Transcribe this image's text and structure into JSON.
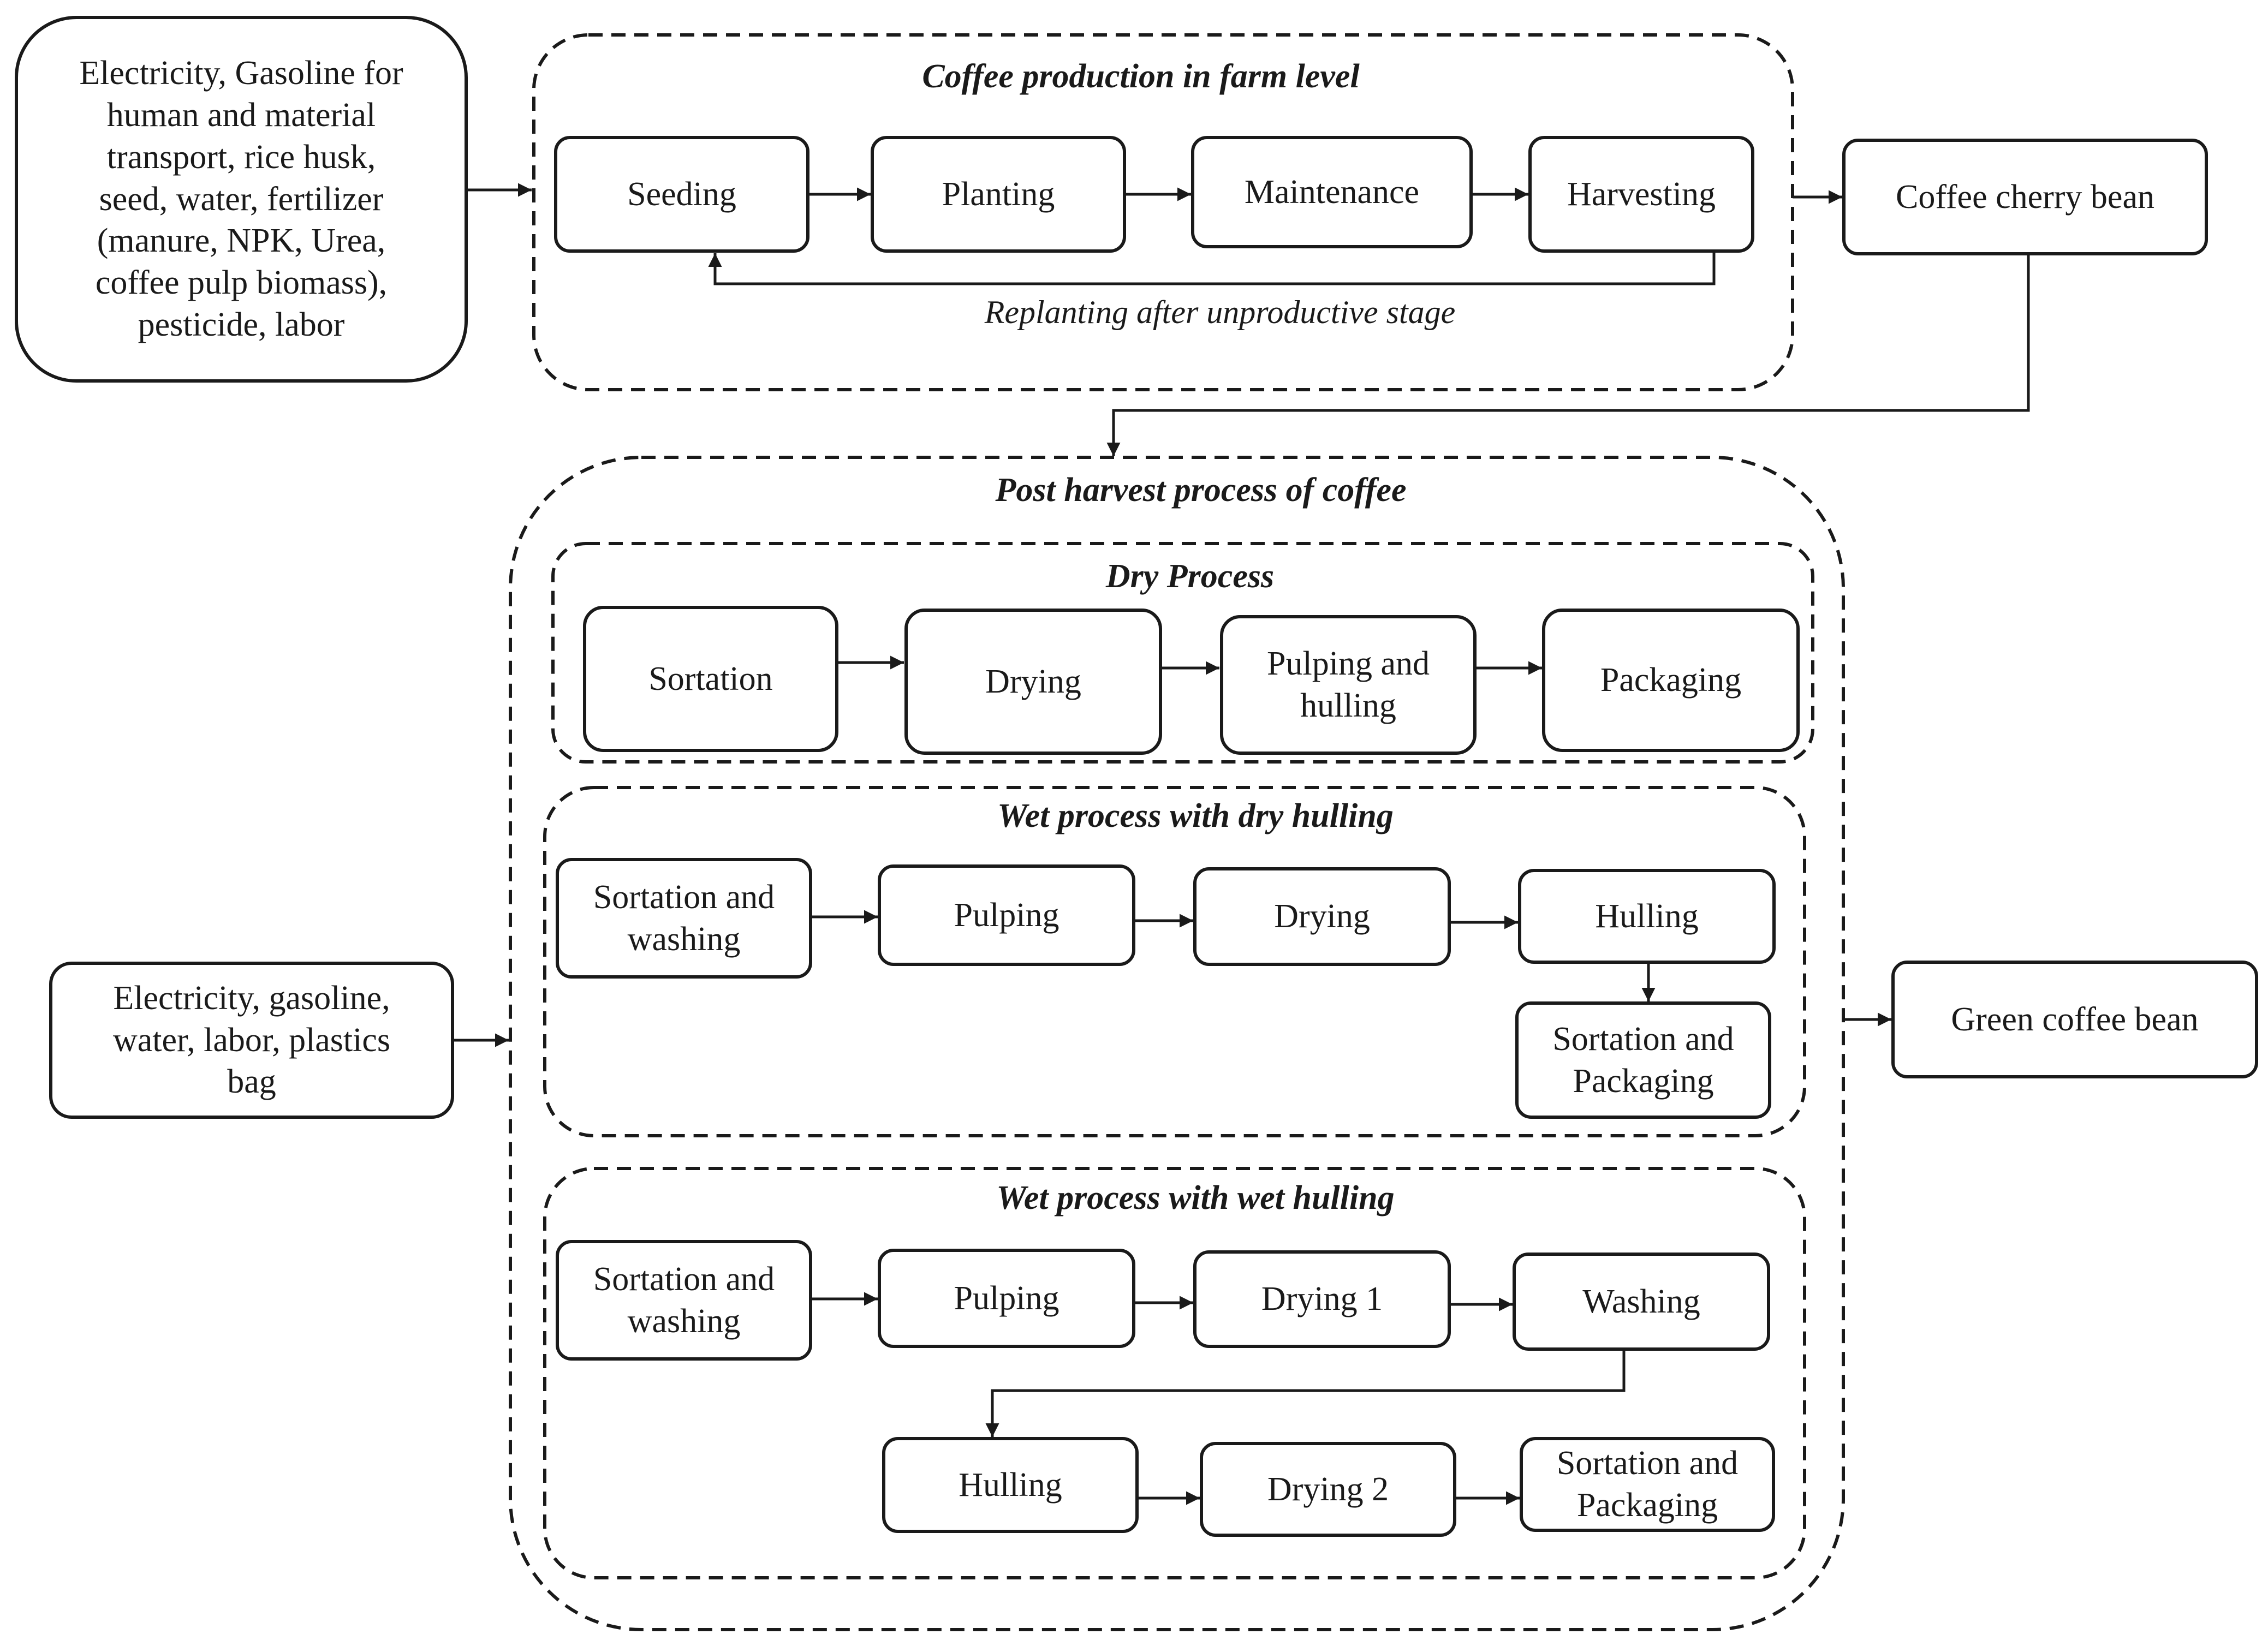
{
  "diagram": {
    "farm_group_title": "Coffee production in farm level",
    "farm_inputs": "Electricity, Gasoline for\nhuman and material\ntransport, rice husk,\nseed, water, fertilizer\n(manure, NPK, Urea,\ncoffee pulp biomass),\npesticide, labor",
    "farm_steps": {
      "seeding": "Seeding",
      "planting": "Planting",
      "maintenance": "Maintenance",
      "harvesting": "Harvesting"
    },
    "replant_note": "Replanting after unproductive stage",
    "cherry_output": "Coffee cherry bean",
    "post_group_title": "Post harvest process of coffee",
    "post_inputs": "Electricity, gasoline,\nwater, labor, plastics\nbag",
    "green_output": "Green coffee bean",
    "dry_process": {
      "title": "Dry Process",
      "sortation": "Sortation",
      "drying": "Drying",
      "pulping_hulling": "Pulping and\nhulling",
      "packaging": "Packaging"
    },
    "wet_dry_hulling": {
      "title": "Wet process with dry hulling",
      "sortation_washing": "Sortation and\nwashing",
      "pulping": "Pulping",
      "drying": "Drying",
      "hulling": "Hulling",
      "sortation_packaging": "Sortation and\nPackaging"
    },
    "wet_wet_hulling": {
      "title": "Wet process with wet hulling",
      "sortation_washing": "Sortation and\nwashing",
      "pulping": "Pulping",
      "drying1": "Drying 1",
      "washing": "Washing",
      "hulling": "Hulling",
      "drying2": "Drying 2",
      "sortation_packaging": "Sortation and\nPackaging"
    }
  }
}
